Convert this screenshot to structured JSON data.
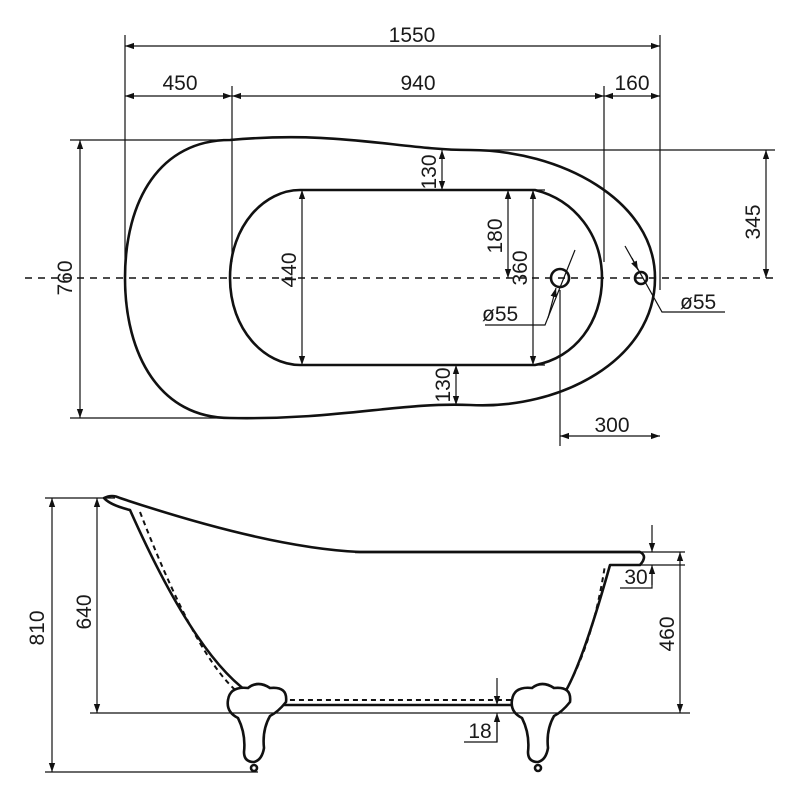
{
  "colors": {
    "line": "#111111",
    "text": "#1a1a1a",
    "background": "#ffffff"
  },
  "plan_view": {
    "overall_length": "1550",
    "end_left": "450",
    "inner_length": "940",
    "end_right": "160",
    "overall_width": "760",
    "inner_width": "440",
    "rim_top": "130",
    "rim_bottom": "130",
    "half_inner_width": "180",
    "drain_span": "360",
    "drain_diameter": "ø55",
    "overflow_diameter": "ø55",
    "half_width_right": "345",
    "drain_offset": "300"
  },
  "side_view": {
    "total_height": "810",
    "inner_depth": "640",
    "rim_thickness": "30",
    "body_height": "460",
    "floor_clearance": "18"
  }
}
